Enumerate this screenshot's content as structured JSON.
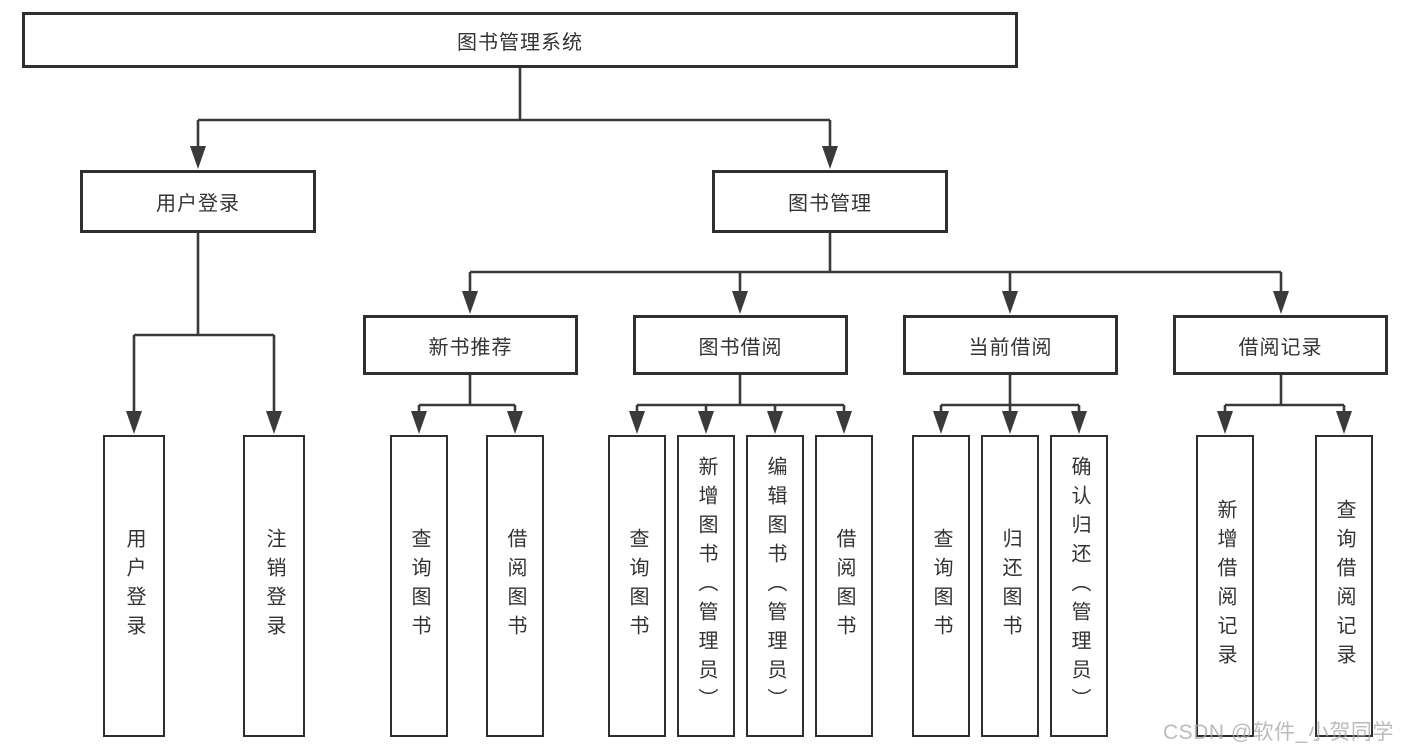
{
  "colors": {
    "border": "#2f2f2f",
    "line": "#3a3a3a",
    "text": "#333333",
    "watermark": "#a8a8a8",
    "background": "#ffffff"
  },
  "root": {
    "label": "图书管理系统"
  },
  "level2": [
    {
      "label": "用户登录"
    },
    {
      "label": "图书管理"
    }
  ],
  "level3": [
    {
      "label": "新书推荐"
    },
    {
      "label": "图书借阅"
    },
    {
      "label": "当前借阅"
    },
    {
      "label": "借阅记录"
    }
  ],
  "leaves": {
    "user_login": [
      "用户登录",
      "注销登录"
    ],
    "new_book": [
      "查询图书",
      "借阅图书"
    ],
    "book_borrow": [
      "查询图书",
      "新增图书（管理员）",
      "编辑图书（管理员）",
      "借阅图书"
    ],
    "current_borrow": [
      "查询图书",
      "归还图书",
      "确认归还（管理员）"
    ],
    "borrow_records": [
      "新增借阅记录",
      "查询借阅记录"
    ]
  },
  "watermark": "CSDN @软件_小贺同学"
}
